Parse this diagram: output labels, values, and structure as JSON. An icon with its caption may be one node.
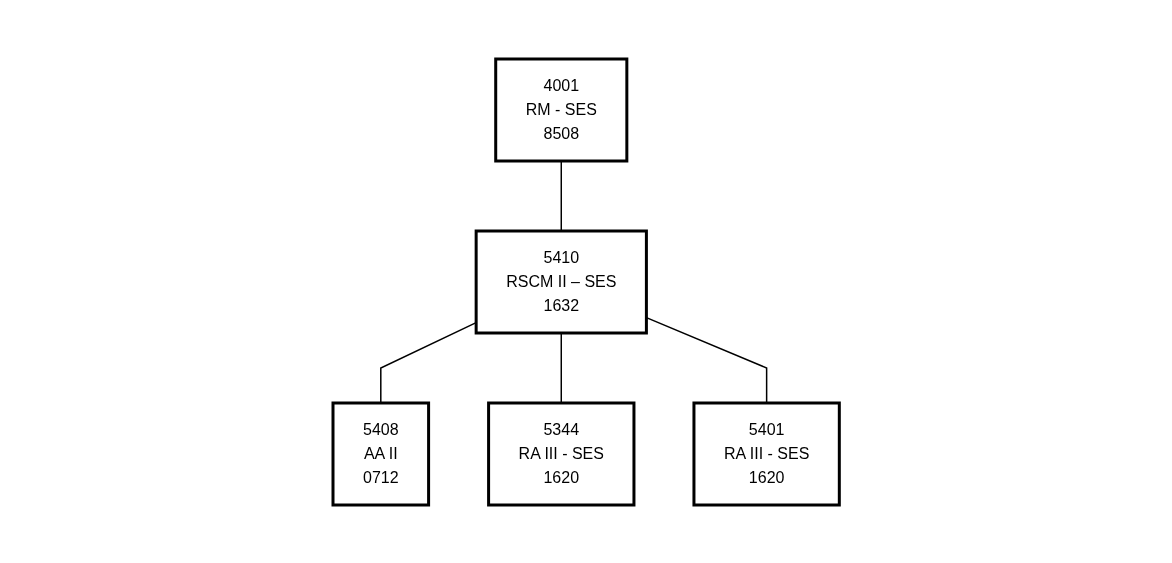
{
  "diagram": {
    "nodes": [
      {
        "text": [
          "4001",
          "RM - SES",
          "8508"
        ]
      },
      {
        "text": [
          "5410",
          "RSCM II – SES",
          "1632"
        ]
      },
      {
        "text": [
          "5408",
          "AA II",
          "0712"
        ]
      },
      {
        "text": [
          "5344",
          "RA III - SES",
          "1620"
        ]
      },
      {
        "text": [
          "5401",
          "RA III - SES",
          "1620"
        ]
      }
    ],
    "edges": [
      {
        "from": 0,
        "to": 1,
        "arrow": "none"
      },
      {
        "from": 1,
        "to": 2,
        "arrow": "none"
      },
      {
        "from": 1,
        "to": 3,
        "arrow": "none"
      },
      {
        "from": 1,
        "to": 4,
        "arrow": "none"
      }
    ]
  }
}
